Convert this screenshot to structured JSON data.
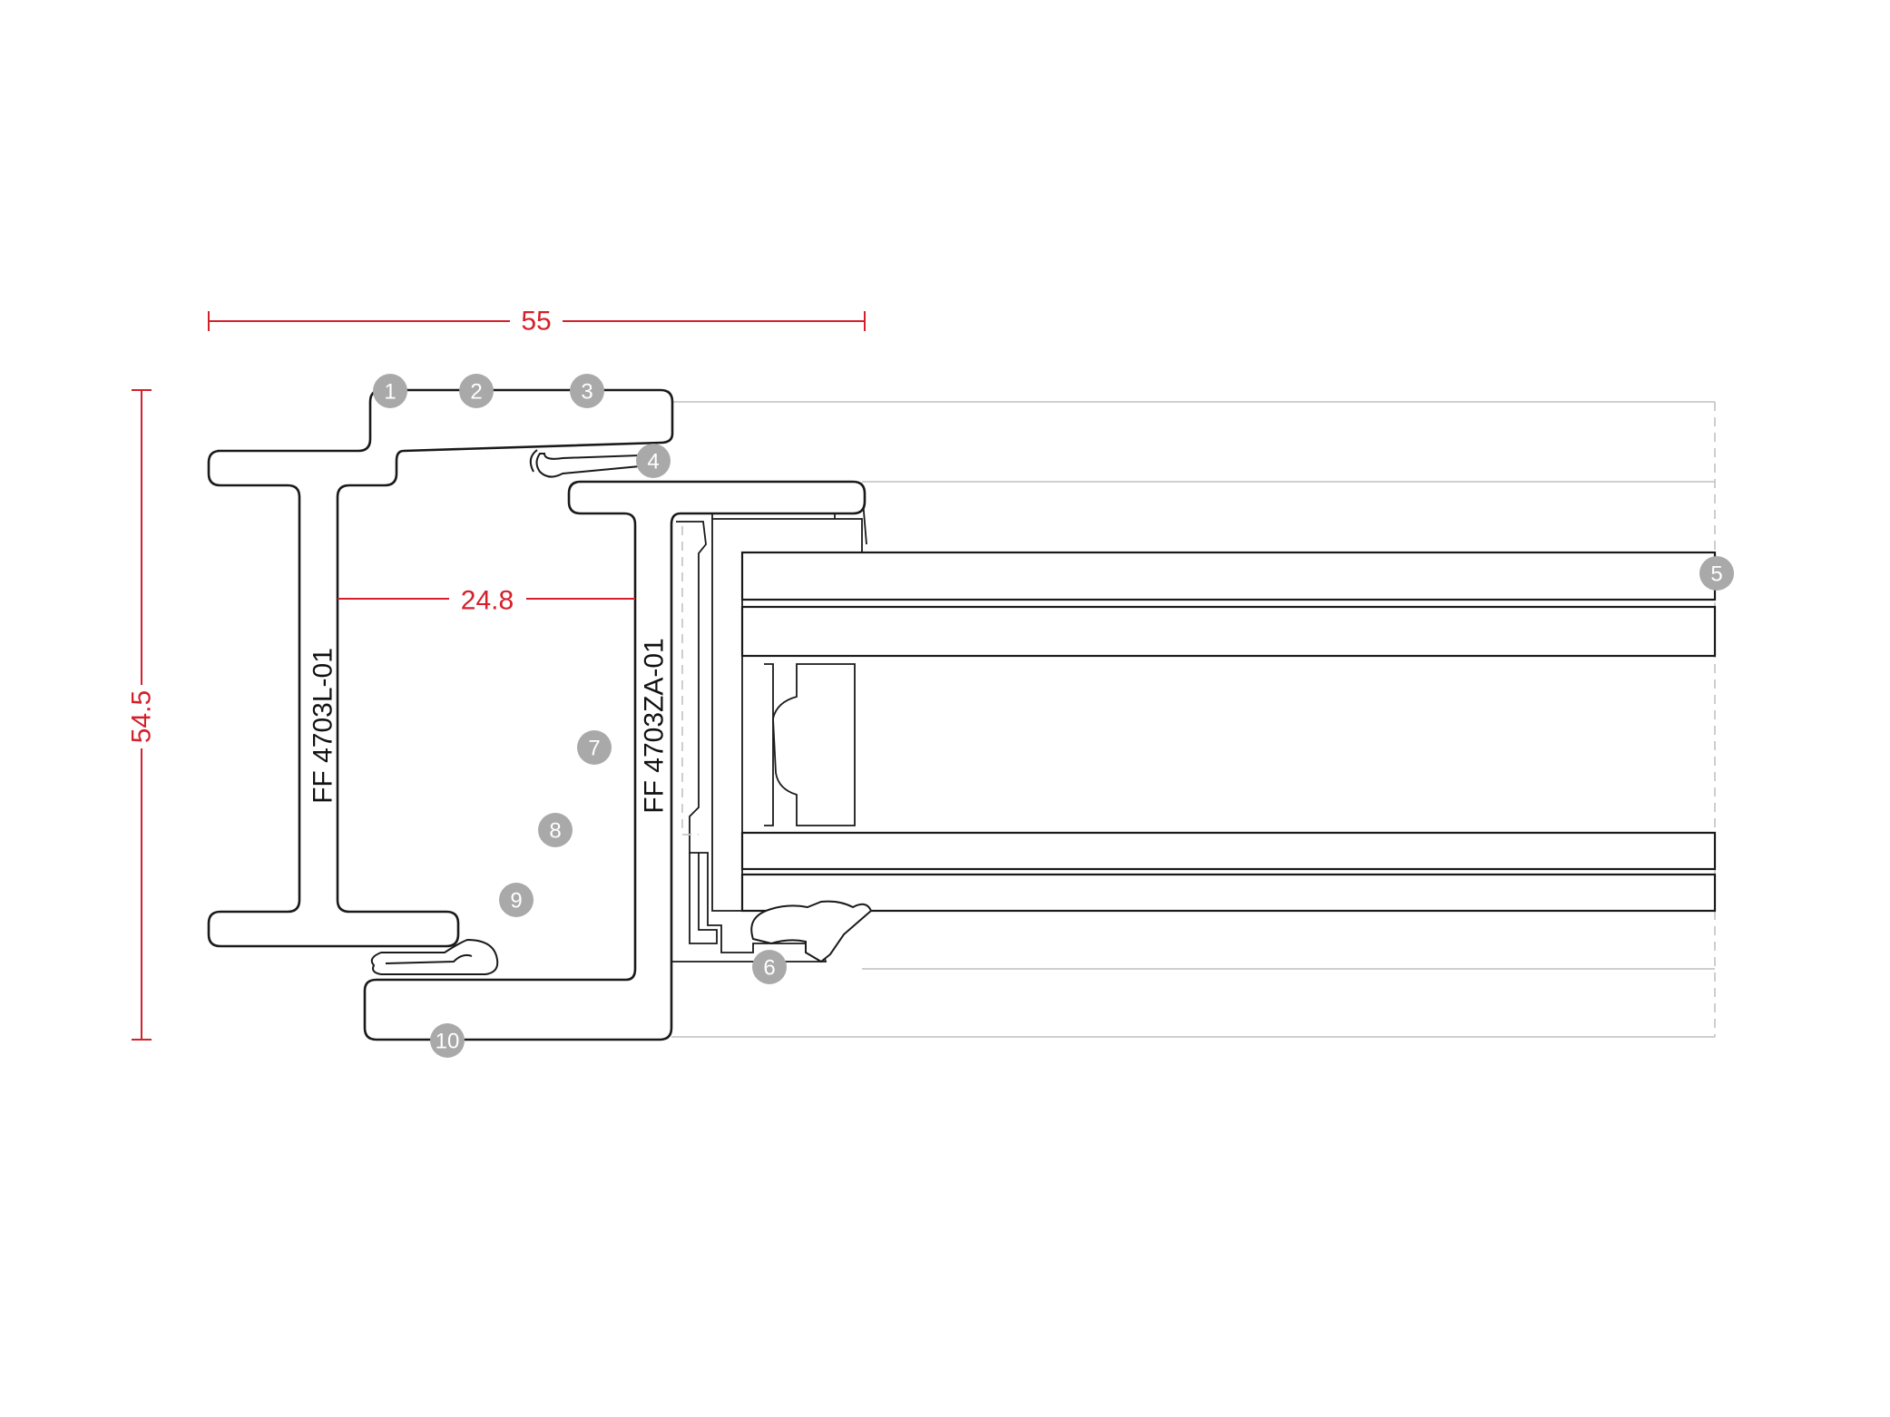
{
  "dimensions": {
    "total_width": "55",
    "total_height": "54.5",
    "inner_width": "24.8"
  },
  "profiles": {
    "left": "FF 4703L-01",
    "right": "FF 4703ZA-01"
  },
  "callouts": [
    "1",
    "2",
    "3",
    "4",
    "5",
    "6",
    "7",
    "8",
    "9",
    "10"
  ],
  "colors": {
    "dimension": "#d4202a",
    "callout": "#a9a9a9",
    "outline": "#1a1a1a",
    "ghost_line": "#c8c8c8"
  }
}
